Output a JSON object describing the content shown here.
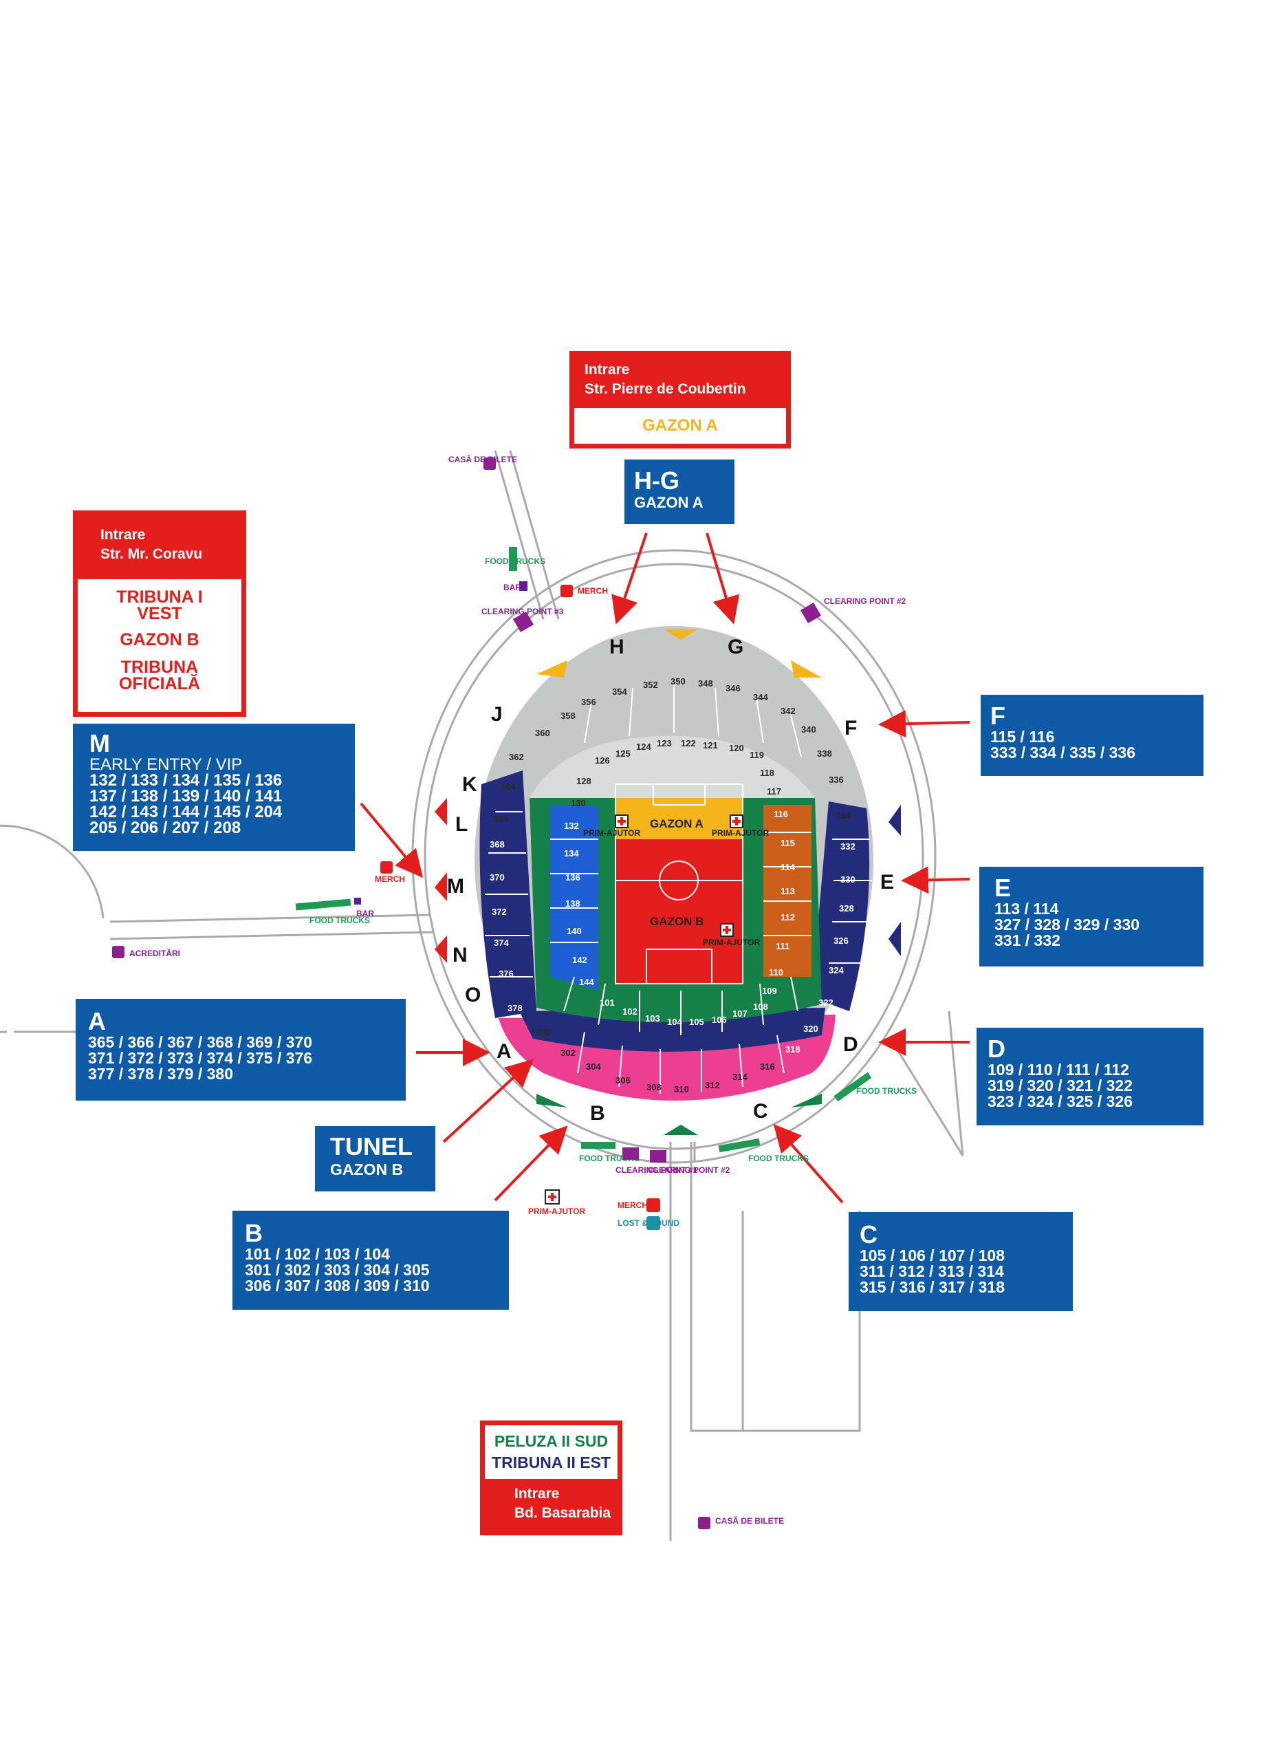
{
  "entrances": {
    "north": {
      "title": "Intrare",
      "street": "Str. Pierre de Coubertin",
      "zone": "GAZON A"
    },
    "west": {
      "title": "Intrare",
      "street": "Str. Mr. Coravu",
      "zones": [
        "TRIBUNA I VEST",
        "GAZON B",
        "TRIBUNA OFICIALĂ"
      ]
    },
    "south": {
      "title": "Intrare",
      "street": "Bd. Basarabia",
      "zones": [
        "PELUZA II SUD",
        "TRIBUNA II EST"
      ]
    }
  },
  "gate_panels": {
    "hg": {
      "title": "H-G",
      "subtitle": "GAZON A"
    },
    "m": {
      "title": "M",
      "subtitle": "EARLY ENTRY / VIP",
      "lines": [
        "132 / 133 / 134 / 135 / 136",
        "137 / 138 / 139 / 140 / 141",
        "142 / 143 / 144 / 145 / 204",
        "205 / 206 / 207 / 208"
      ]
    },
    "f": {
      "title": "F",
      "lines": [
        "115 / 116",
        "333 / 334 / 335 / 336"
      ]
    },
    "e": {
      "title": "E",
      "lines": [
        "113 / 114",
        "327 / 328 / 329 / 330",
        "331 / 332"
      ]
    },
    "a": {
      "title": "A",
      "lines": [
        "365 / 366 / 367 / 368 / 369 / 370",
        "371 / 372 / 373 / 374 / 375 / 376",
        "377 / 378 / 379 / 380"
      ]
    },
    "d": {
      "title": "D",
      "lines": [
        "109 / 110 / 111 / 112",
        "319 / 320 / 321 / 322",
        "323 / 324 / 325 / 326"
      ]
    },
    "tunel": {
      "title": "TUNEL",
      "subtitle": "GAZON B"
    },
    "b": {
      "title": "B",
      "lines": [
        "101 / 102 / 103 / 104",
        "301 / 302 / 303 / 304 / 305",
        "306 / 307 / 308 / 309 / 310"
      ]
    },
    "c": {
      "title": "C",
      "lines": [
        "105 / 106 / 107 / 108",
        "311 / 312 / 313 / 314",
        "315 / 316 / 317 / 318"
      ]
    }
  },
  "gate_letters": [
    "H",
    "G",
    "J",
    "F",
    "K",
    "L",
    "M",
    "E",
    "N",
    "O",
    "A",
    "D",
    "B",
    "C"
  ],
  "field": {
    "gazon_a": "GAZON A",
    "gazon_b": "GAZON B"
  },
  "amenities": {
    "casa_bilete": "CASĂ DE BILETE",
    "food_trucks": "FOOD TRUCKS",
    "bar": "BAR",
    "merch": "MERCH",
    "clearing_1": "CLEARING POINT #1",
    "clearing_2": "CLEARING POINT #2",
    "clearing_3": "CLEARING POINT #3",
    "acreditari": "ACREDITĂRI",
    "prim_ajutor": "PRIM-AJUTOR",
    "lost_found": "LOST & FOUND"
  },
  "sections": {
    "upper_north": [
      "354",
      "352",
      "350",
      "348",
      "346",
      "344",
      "342",
      "340",
      "338",
      "336",
      "356",
      "358",
      "360",
      "362",
      "364"
    ],
    "lower_north": [
      "125",
      "124",
      "123",
      "122",
      "121",
      "120",
      "119",
      "118",
      "117",
      "116",
      "126",
      "128",
      "130"
    ],
    "lower_east": [
      "115",
      "114",
      "113",
      "112",
      "111",
      "110",
      "109"
    ],
    "upper_east": [
      "334",
      "332",
      "330",
      "328",
      "326",
      "324",
      "322",
      "320",
      "318"
    ],
    "lower_south": [
      "101",
      "102",
      "103",
      "104",
      "105",
      "106",
      "107",
      "108"
    ],
    "upper_south": [
      "316",
      "314",
      "312",
      "310",
      "308",
      "306",
      "304",
      "302",
      "380"
    ],
    "upper_west": [
      "378",
      "376",
      "374",
      "372",
      "370",
      "368",
      "366"
    ],
    "lower_west": [
      "132",
      "134",
      "136",
      "138",
      "140",
      "142",
      "144"
    ]
  },
  "colors": {
    "panel_blue": "#0f5aa7",
    "entrance_red": "#e41d1d",
    "gazon_a_yellow": "#f4b41a",
    "pitch_red": "#e41d1d",
    "upper_navy": "#222c7a",
    "lower_green": "#168049",
    "south_pink": "#ee3e92",
    "east_orange": "#cc5f1a",
    "west_blue": "#1f5fd6",
    "north_grey": "#c4c9c8"
  }
}
